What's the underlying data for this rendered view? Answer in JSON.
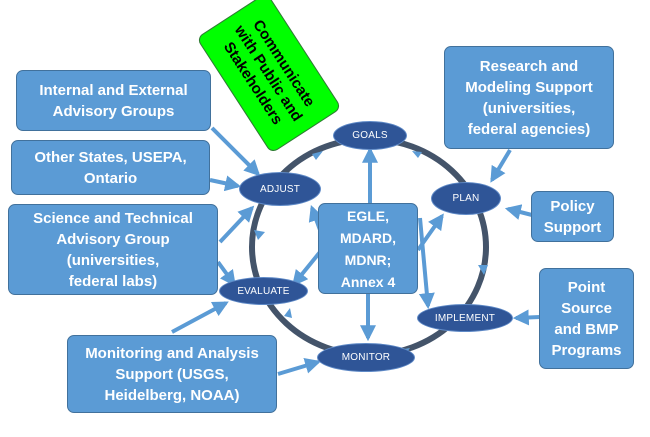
{
  "cycle_nodes": {
    "goals": "GOALS",
    "plan": "PLAN",
    "implement": "IMPLEMENT",
    "monitor": "MONITOR",
    "evaluate": "EVALUATE",
    "adjust": "ADJUST"
  },
  "center_agencies": [
    "EGLE,",
    "MDARD,",
    "MDNR;",
    "Annex 4"
  ],
  "communicate_box": [
    "Communicate",
    "with Public and",
    "Stakeholders"
  ],
  "stakeholders": {
    "internal_external_advisory": [
      "Internal and External",
      "Advisory Groups"
    ],
    "other_states": [
      "Other States, USEPA,",
      "Ontario"
    ],
    "science_technical": [
      "Science and Technical",
      "Advisory Group",
      "(universities,",
      "federal labs)"
    ],
    "monitoring_analysis": [
      "Monitoring and Analysis",
      "Support (USGS,",
      "Heidelberg, NOAA)"
    ],
    "research_modeling": [
      "Research and",
      "Modeling Support",
      "(universities,",
      "federal agencies)"
    ],
    "policy_support": [
      "Policy",
      "Support"
    ],
    "point_source": [
      "Point",
      "Source",
      "and BMP",
      "Programs"
    ]
  },
  "colors": {
    "box_fill": "#5b9bd5",
    "node_fill": "#2f5597",
    "cycle_ring": "#44546a",
    "arrow": "#5b9bd5",
    "highlight": "#00ff00"
  }
}
